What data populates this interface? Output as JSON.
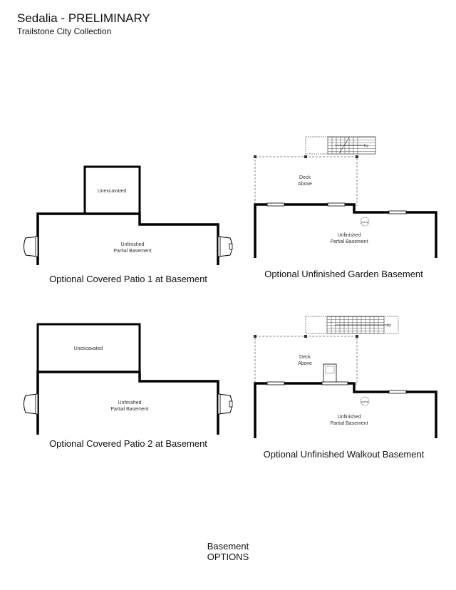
{
  "header": {
    "title": "Sedalia - PRELIMINARY",
    "subtitle": "Trailstone City Collection"
  },
  "plans": [
    {
      "caption": "Optional Covered Patio 1 at Basement",
      "labels": {
        "upper": "Unexcavated",
        "main_line1": "Unfinished",
        "main_line2": "Partial Basement"
      }
    },
    {
      "caption": "Optional Unfinished Garden Basement",
      "labels": {
        "deck_line1": "Deck",
        "deck_line2": "Above",
        "pump": "pump",
        "stair": "Up",
        "main_line1": "Unfinished",
        "main_line2": "Partial Basement"
      }
    },
    {
      "caption": "Optional Covered Patio 2 at Basement",
      "labels": {
        "upper": "Unexcavated",
        "main_line1": "Unfinished",
        "main_line2": "Partial Basement"
      }
    },
    {
      "caption": "Optional Unfinished Walkout Basement",
      "labels": {
        "deck_line1": "Deck",
        "deck_line2": "Above",
        "pump": "pump",
        "stair": "Up",
        "main_line1": "Unfinished",
        "main_line2": "Partial Basement"
      }
    }
  ],
  "footer": {
    "line1": "Basement",
    "line2": "OPTIONS"
  }
}
